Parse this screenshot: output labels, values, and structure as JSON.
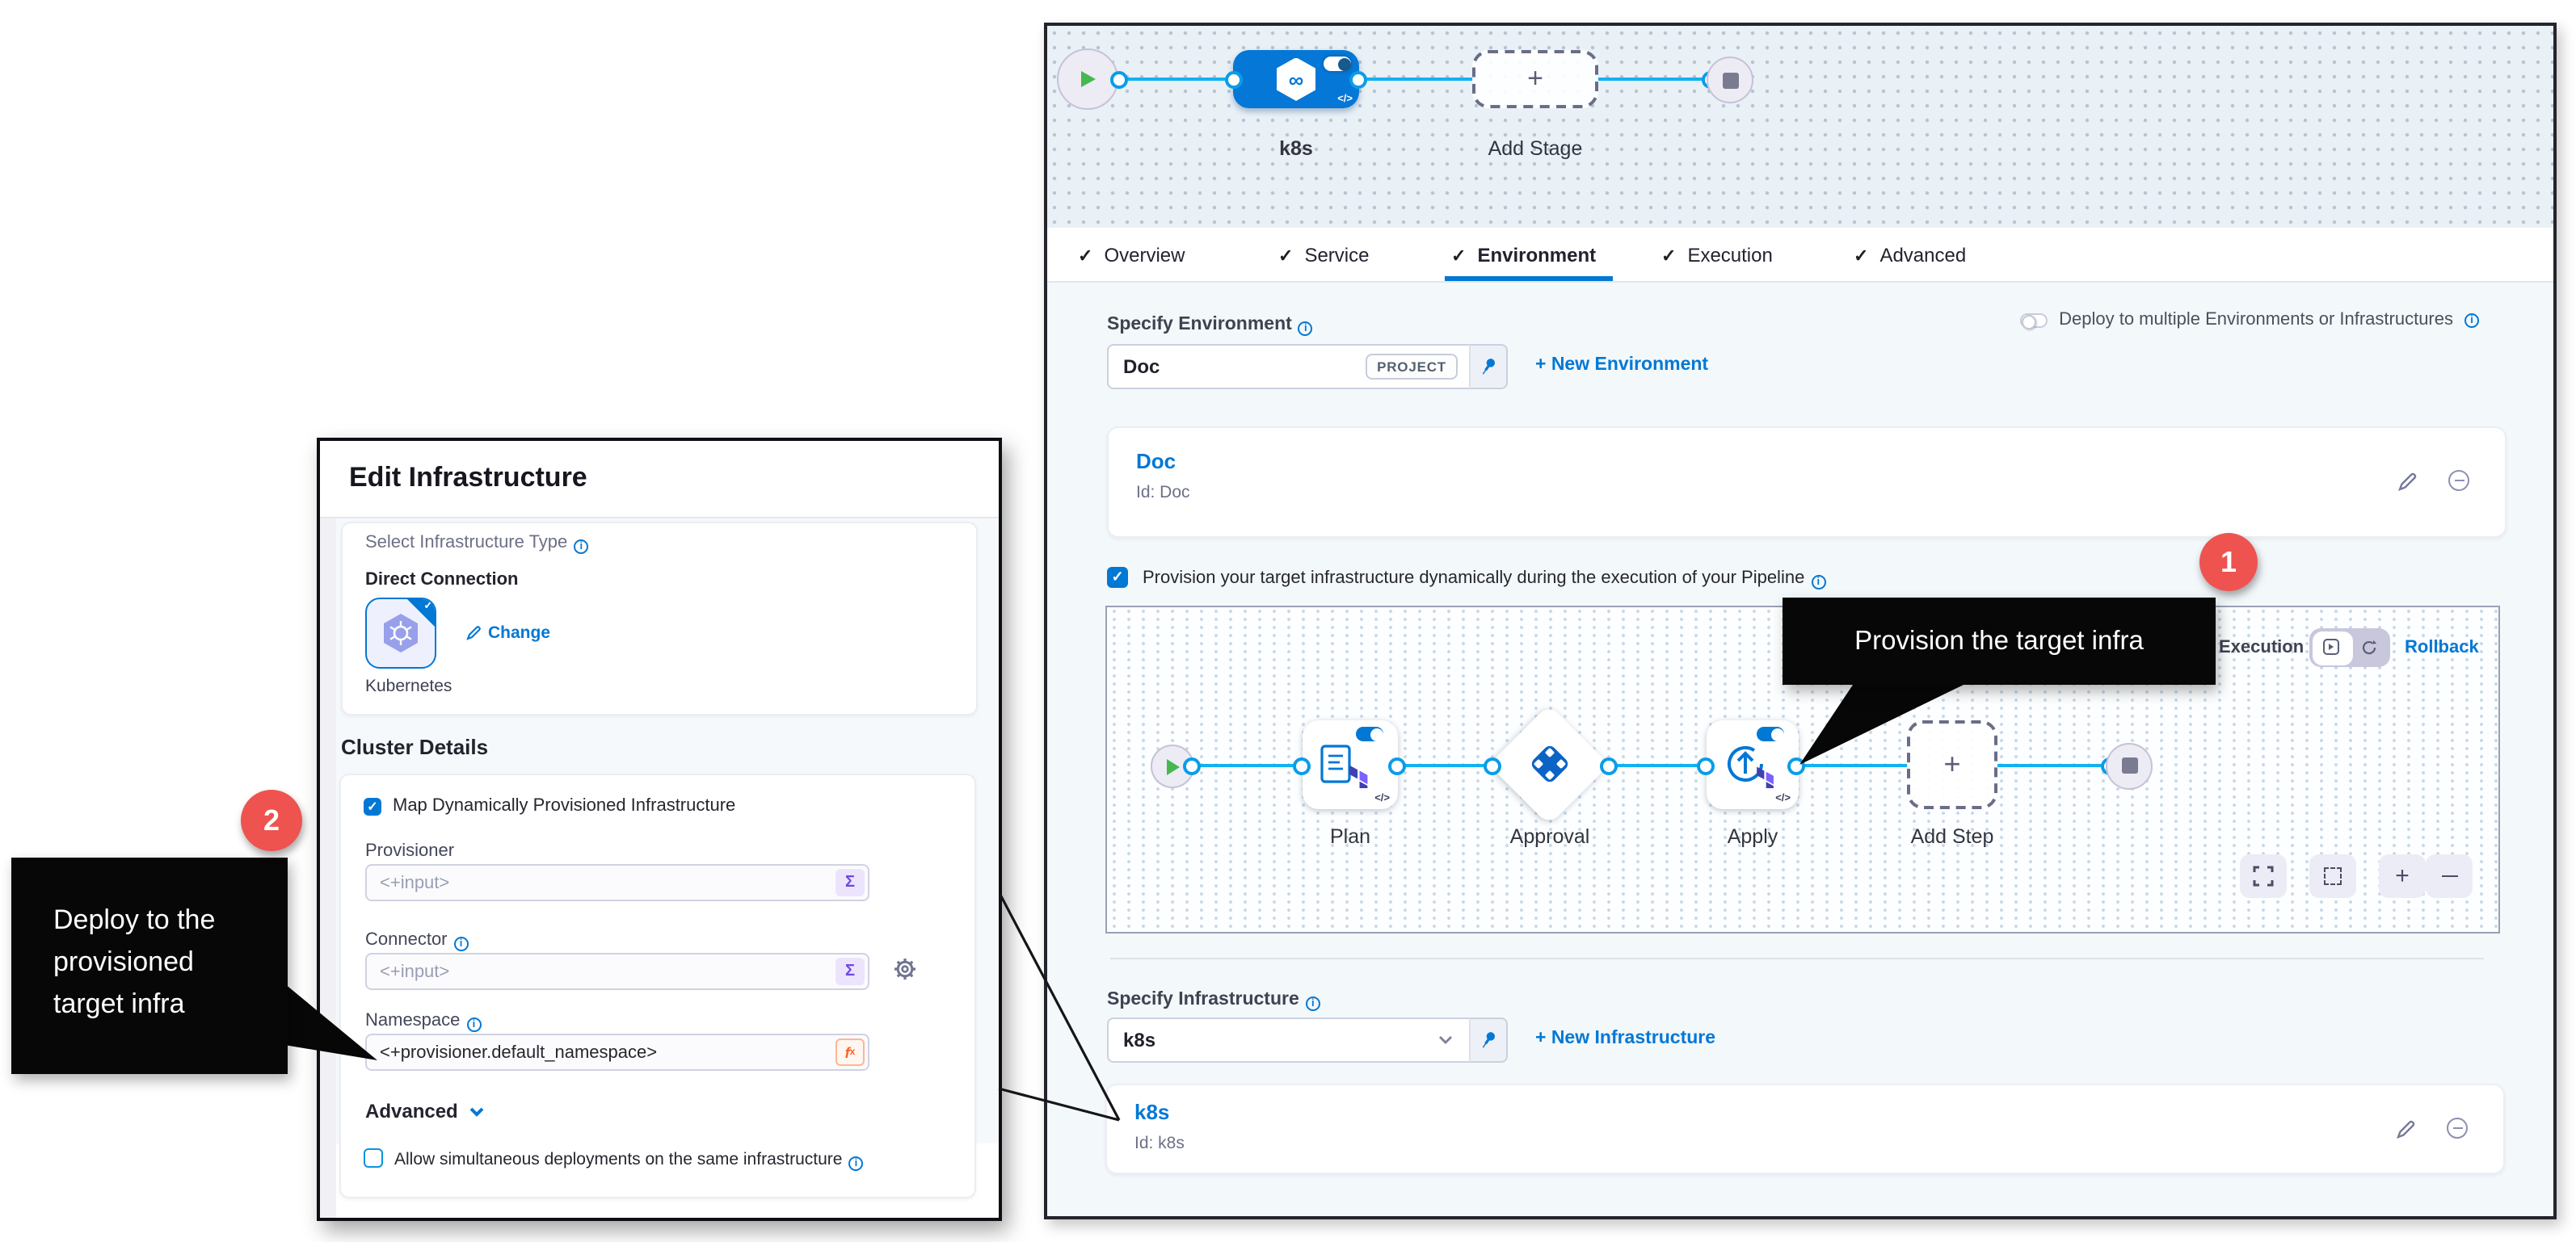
{
  "annotations": {
    "step_1": "1",
    "step_2": "2",
    "top_callout": "Provision the target infra",
    "left_callout": {
      "line1": "Deploy to the",
      "line2": "provisioned",
      "line3": "target infra"
    }
  },
  "dialog": {
    "title": "Edit Infrastructure",
    "infra_type": {
      "section_label": "Select Infrastructure Type",
      "group_label": "Direct Connection",
      "tile_label": "Kubernetes",
      "change_link": "Change"
    },
    "cluster_details": {
      "heading": "Cluster Details",
      "map_checkbox_label": "Map Dynamically Provisioned Infrastructure",
      "provisioner": {
        "label": "Provisioner",
        "value": "<+input>"
      },
      "connector": {
        "label": "Connector",
        "value": "<+input>"
      },
      "namespace": {
        "label": "Namespace",
        "value": "<+provisioner.default_namespace>"
      },
      "advanced_label": "Advanced",
      "allow_checkbox_label": "Allow simultaneous deployments on the same infrastructure"
    }
  },
  "panel": {
    "stage_graph": {
      "stage_label": "k8s",
      "add_stage_label": "Add Stage"
    },
    "tabs": {
      "overview": "Overview",
      "service": "Service",
      "environment": "Environment",
      "execution": "Execution",
      "advanced": "Advanced"
    },
    "environment_section": {
      "label": "Specify Environment",
      "selected": "Doc",
      "scope_badge": "PROJECT",
      "new_link": "+ New Environment",
      "multi_toggle_label": "Deploy to multiple Environments or Infrastructures",
      "card": {
        "name": "Doc",
        "id": "Id: Doc"
      }
    },
    "provision_checkbox_label": "Provision your target infrastructure dynamically during the execution of your Pipeline",
    "execution_graph": {
      "mode_execution": "Execution",
      "mode_rollback": "Rollback",
      "nodes": {
        "plan": "Plan",
        "approval": "Approval",
        "apply": "Apply",
        "add_step": "Add Step"
      }
    },
    "infrastructure_section": {
      "label": "Specify Infrastructure",
      "selected": "k8s",
      "new_link": "+ New Infrastructure",
      "card": {
        "name": "k8s",
        "id": "Id: k8s"
      }
    }
  }
}
